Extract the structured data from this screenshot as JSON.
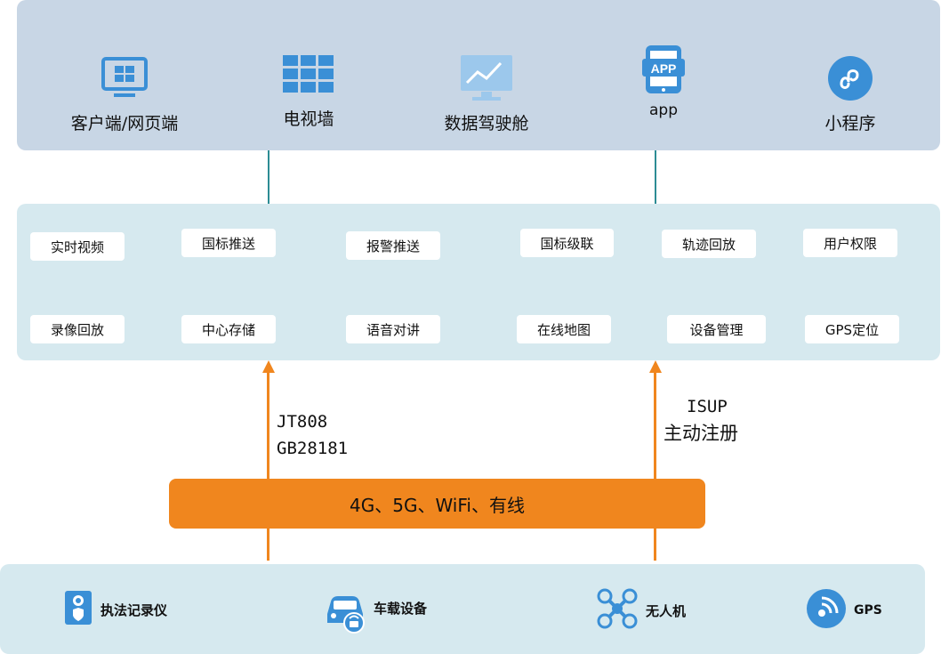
{
  "clients": [
    {
      "label": "客户端/网页端",
      "icon": "monitor-icon"
    },
    {
      "label": "电视墙",
      "icon": "video-wall-icon"
    },
    {
      "label": "数据驾驶舱",
      "icon": "dashboard-chart-icon"
    },
    {
      "label": "app",
      "icon": "app-phone-icon"
    },
    {
      "label": "小程序",
      "icon": "mini-program-icon"
    }
  ],
  "services": [
    "实时视频",
    "国标推送",
    "报警推送",
    "国标级联",
    "轨迹回放",
    "用户权限",
    "录像回放",
    "中心存储",
    "语音对讲",
    "在线地图",
    "设备管理",
    "GPS定位"
  ],
  "protocols": {
    "left": [
      "JT808",
      "GB28181"
    ],
    "right": [
      "ISUP",
      "主动注册"
    ]
  },
  "network": "4G、5G、WiFi、有线",
  "devices": [
    {
      "label": "执法记录仪",
      "icon": "body-camera-icon"
    },
    {
      "label": "车载设备",
      "icon": "vehicle-device-icon"
    },
    {
      "label": "无人机",
      "icon": "drone-icon"
    },
    {
      "label": "GPS",
      "icon": "gps-icon"
    }
  ],
  "colors": {
    "top_panel": "#c8d6e5",
    "panel": "#d6e9ef",
    "accent": "#f0861e",
    "connector": "#2d8c94",
    "icon_blue": "#3a8fd6"
  }
}
